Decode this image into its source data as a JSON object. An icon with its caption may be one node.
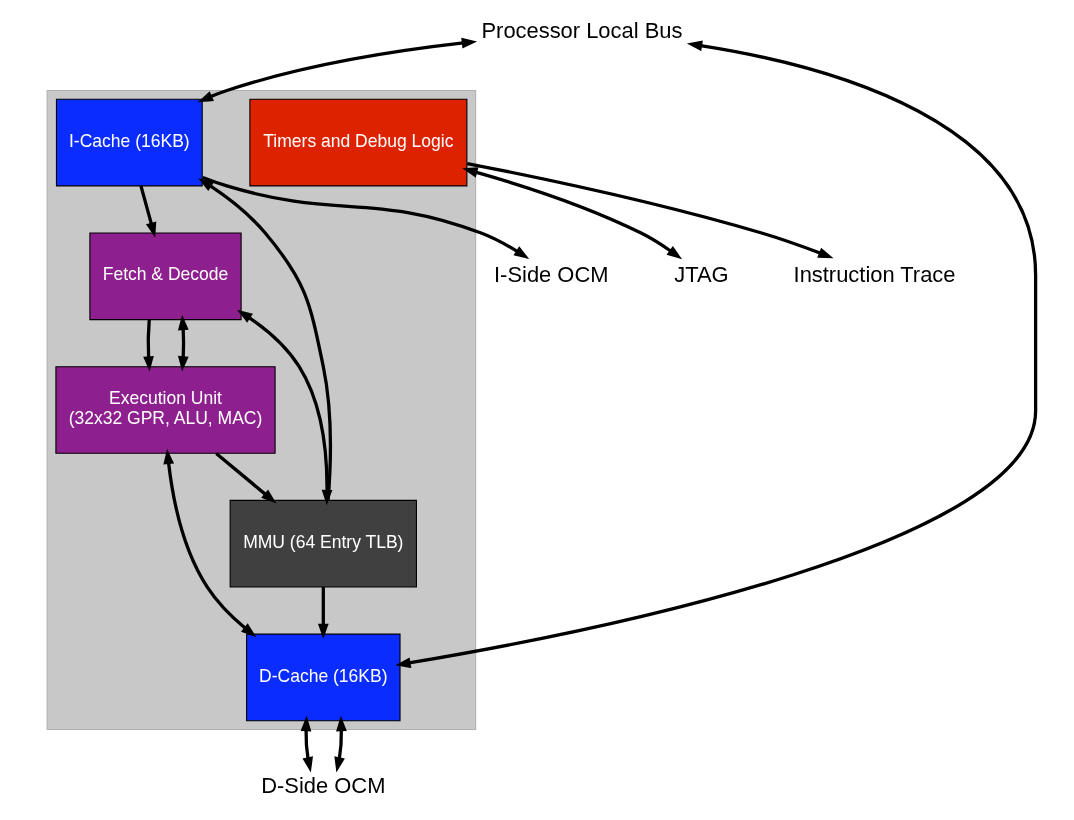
{
  "diagram": {
    "nodes": [
      {
        "text": [],
        "shape": "box"
      },
      {
        "text": [
          "I-Cache (16KB)"
        ],
        "in": 0
      },
      {
        "text": [
          "Fetch & Decode"
        ],
        "in": 0
      },
      {
        "text": [
          "MMU (64 Entry TLB)"
        ],
        "in": 0
      },
      {
        "text": [
          "Timers and Debug Logic"
        ],
        "in": 0
      },
      {
        "text": [
          "D-Cache (16KB)"
        ],
        "in": 0
      },
      {
        "text": [
          "Execution Unit",
          "(32x32 GPR, ALU, MAC)"
        ],
        "in": 0
      },
      {
        "text": [
          "I-Side OCM"
        ]
      },
      {
        "text": [
          "D-Side OCM"
        ]
      },
      {
        "text": [
          "Processor Local Bus"
        ]
      },
      {
        "text": [
          "JTAG"
        ]
      },
      {
        "text": [
          "Instruction Trace"
        ]
      }
    ],
    "edges": [
      {
        "from": 9,
        "to": 1,
        "arrow": "both"
      },
      {
        "from": 1,
        "to": 7,
        "arrow": "to"
      },
      {
        "from": 1,
        "to": 2,
        "arrow": "to"
      },
      {
        "from": 3,
        "to": 1,
        "arrow": "to"
      },
      {
        "from": 3,
        "to": 2,
        "arrow": "both"
      },
      {
        "from": 3,
        "to": 5,
        "arrow": "to"
      },
      {
        "from": 6,
        "to": 3,
        "arrow": "to"
      },
      {
        "from": 2,
        "to": 6,
        "arrow": "to"
      },
      {
        "from": 6,
        "to": 2,
        "arrow": "both"
      },
      {
        "from": 5,
        "to": 6,
        "arrow": "both"
      },
      {
        "from": 9,
        "to": 5,
        "arrow": "both"
      },
      {
        "from": 5,
        "to": 8,
        "arrow": "both"
      },
      {
        "from": 5,
        "to": 8,
        "arrow": "both"
      },
      {
        "from": 4,
        "to": 10,
        "arrow": "both"
      },
      {
        "from": 4,
        "to": 11,
        "arrow": "to"
      }
    ]
  }
}
